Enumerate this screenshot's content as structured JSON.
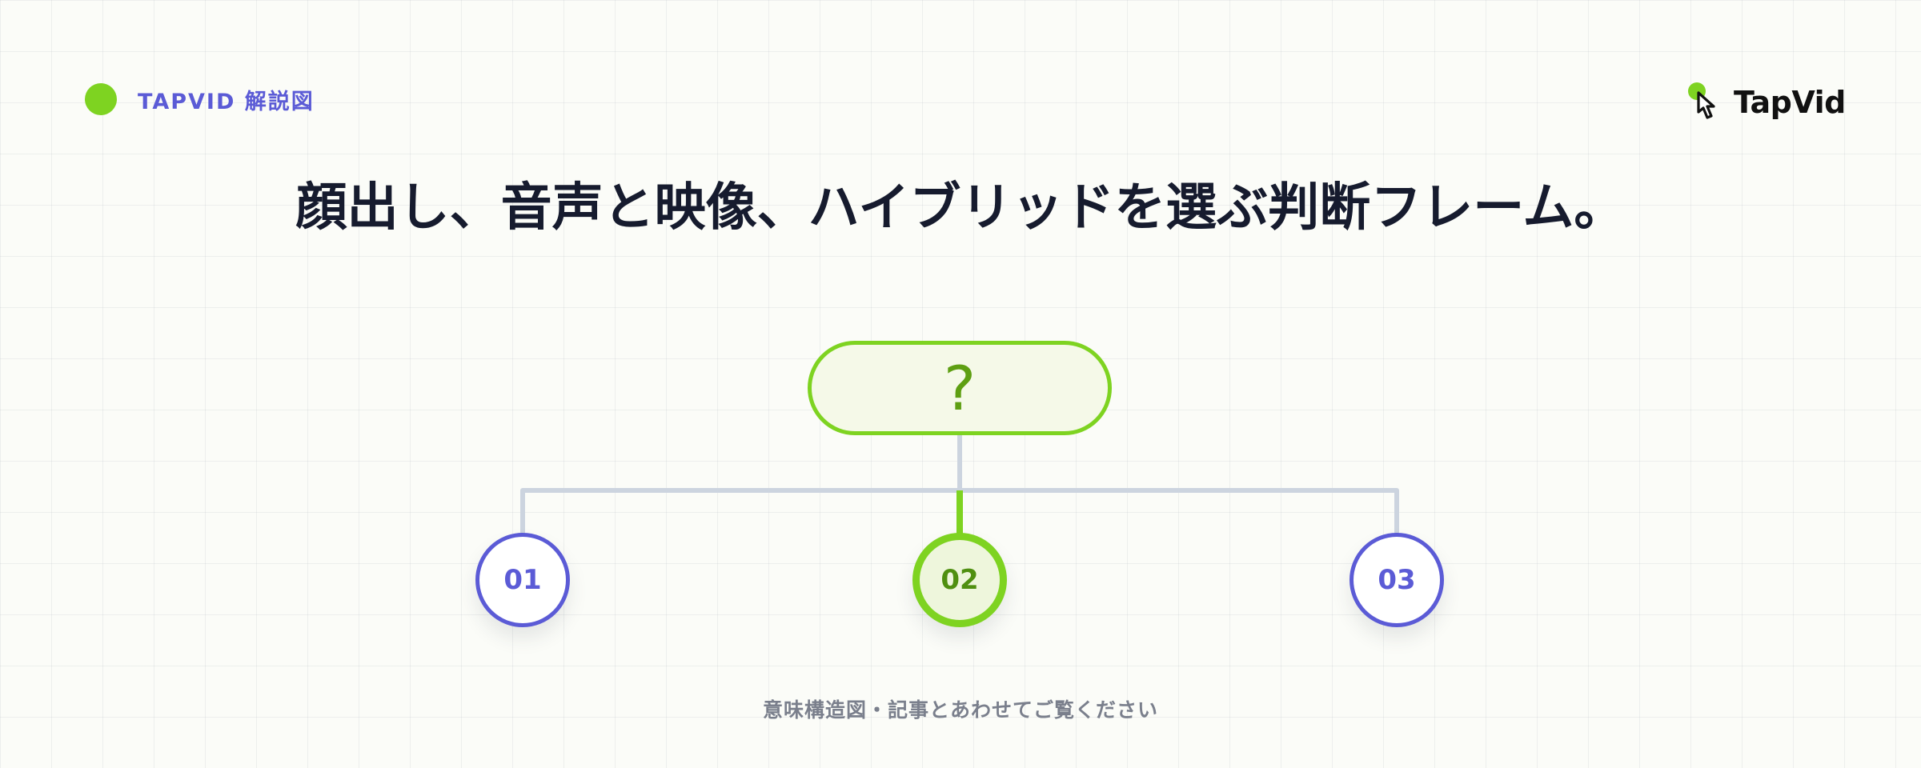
{
  "header": {
    "tag_label": "TAPVID 解説図",
    "accent_color": "#7ed321"
  },
  "logo": {
    "text": "TapVid",
    "icon": "pointer-hand-icon"
  },
  "title": "顔出し、音声と映像、ハイブリッドを選ぶ判断フレーム。",
  "diagram": {
    "root": {
      "label": "?"
    },
    "options": [
      {
        "label": "01",
        "highlighted": false
      },
      {
        "label": "02",
        "highlighted": true
      },
      {
        "label": "03",
        "highlighted": false
      }
    ],
    "colors": {
      "highlight": "#7ed321",
      "option": "#5b5bd6",
      "connector": "#ccd4df"
    }
  },
  "footer": {
    "caption": "意味構造図・記事とあわせてご覧ください"
  }
}
